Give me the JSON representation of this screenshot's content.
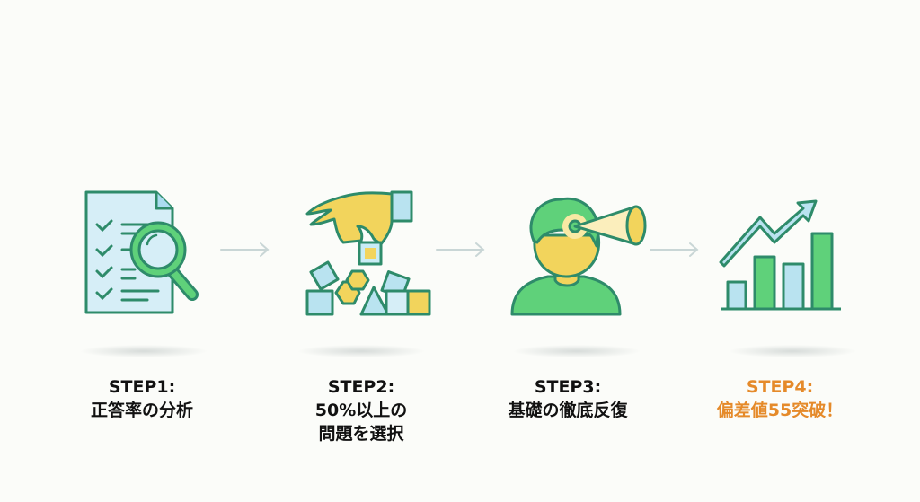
{
  "steps": [
    {
      "id": "step1",
      "title": "STEP1:",
      "lines": [
        "正答率の分析"
      ],
      "icon": "document-magnifier-icon",
      "highlight": false
    },
    {
      "id": "step2",
      "title": "STEP2:",
      "lines": [
        "50%以上の",
        "問題を選択"
      ],
      "icon": "hand-picking-block-icon",
      "highlight": false
    },
    {
      "id": "step3",
      "title": "STEP3:",
      "lines": [
        "基礎の徹底反復"
      ],
      "icon": "person-focus-beam-icon",
      "highlight": false
    },
    {
      "id": "step4",
      "title": "STEP4:",
      "lines": [
        "偏差値55突破！"
      ],
      "icon": "rising-bar-chart-icon",
      "highlight": true
    }
  ],
  "arrows": [
    "arrow-right-icon",
    "arrow-right-icon",
    "arrow-right-icon"
  ],
  "colors": {
    "background": "#fbfcf9",
    "stroke": "#2e8b6a",
    "light_blue": "#c9ecf5",
    "green": "#5fd17a",
    "yellow": "#f7d55e",
    "text": "#111111",
    "highlight": "#e58a2a",
    "arrow": "#c9d6d6"
  }
}
